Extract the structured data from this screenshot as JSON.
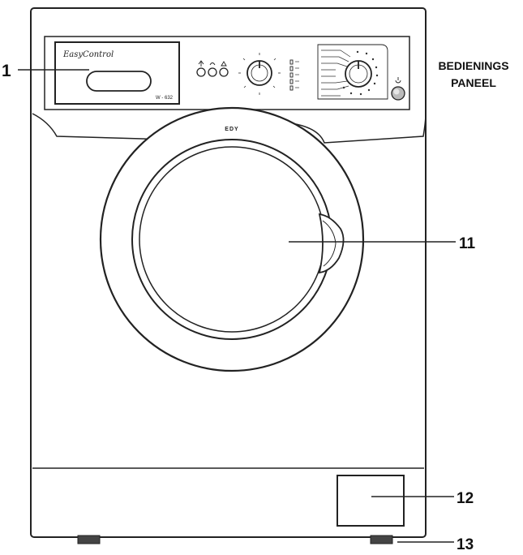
{
  "panel": {
    "brand_logo": "EasyControl",
    "model": "W - 632",
    "brand_name": "EDY"
  },
  "callouts": {
    "c1": "1",
    "c11": "11",
    "c12": "12",
    "c13": "13",
    "panel_label_line1": "BEDIENINGS",
    "panel_label_line2": "PANEEL"
  },
  "colors": {
    "outline": "#222222",
    "body_fill": "#ffffff",
    "foot_fill": "#444444"
  }
}
